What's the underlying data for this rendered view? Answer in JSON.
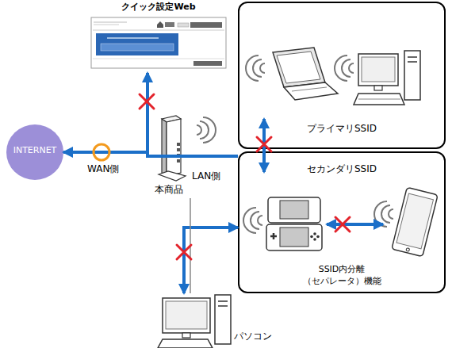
{
  "diagram": {
    "nodes": [
      {
        "text": [
          "クイック設定Web"
        ]
      },
      {
        "text": [
          "プライマリSSID"
        ]
      },
      {
        "text": [
          "INTERNET"
        ]
      },
      {
        "text": [
          "本商品"
        ]
      },
      {
        "text": [
          "セカンダリSSID",
          "SSID内分離 （セパレータ）機能"
        ]
      },
      {
        "text": [
          "パソコン"
        ]
      }
    ],
    "edges": [
      {
        "from": 4,
        "to": 2,
        "arrow": "to"
      },
      {
        "from": 4,
        "to": 0,
        "arrow": "to"
      },
      {
        "from": 1,
        "to": 4,
        "arrow": "both"
      },
      {
        "from": 4,
        "to": 5,
        "arrow": "both"
      },
      {
        "from": 3,
        "to": 5,
        "arrow": "none"
      }
    ],
    "labels": [
      "WAN側",
      "LAN側"
    ]
  }
}
